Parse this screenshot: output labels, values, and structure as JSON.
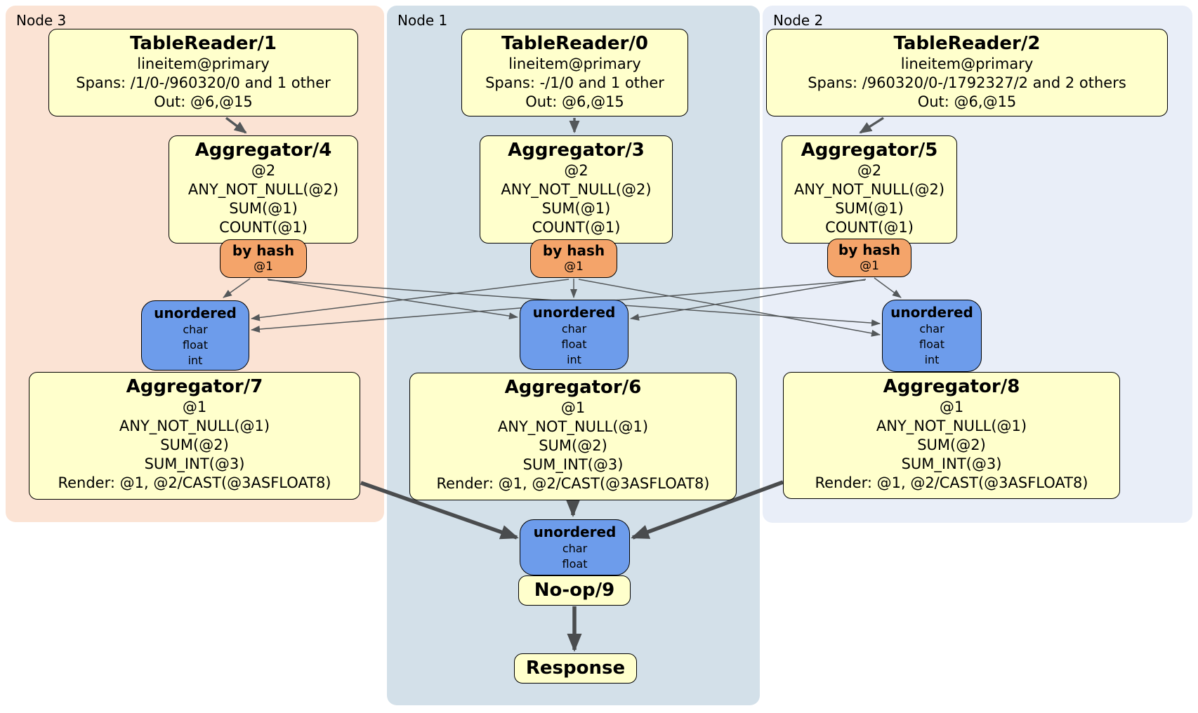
{
  "regions": {
    "node3": "Node 3",
    "node1": "Node 1",
    "node2": "Node 2"
  },
  "processors": {
    "tr1": {
      "title": "TableReader/1",
      "lines": [
        "lineitem@primary",
        "Spans: /1/0-/960320/0 and 1 other",
        "Out: @6,@15"
      ]
    },
    "tr0": {
      "title": "TableReader/0",
      "lines": [
        "lineitem@primary",
        "Spans: -/1/0 and 1 other",
        "Out: @6,@15"
      ]
    },
    "tr2": {
      "title": "TableReader/2",
      "lines": [
        "lineitem@primary",
        "Spans: /960320/0-/1792327/2 and 2 others",
        "Out: @6,@15"
      ]
    },
    "agg4": {
      "title": "Aggregator/4",
      "lines": [
        "@2",
        "ANY_NOT_NULL(@2)",
        "SUM(@1)",
        "COUNT(@1)"
      ]
    },
    "agg3": {
      "title": "Aggregator/3",
      "lines": [
        "@2",
        "ANY_NOT_NULL(@2)",
        "SUM(@1)",
        "COUNT(@1)"
      ]
    },
    "agg5": {
      "title": "Aggregator/5",
      "lines": [
        "@2",
        "ANY_NOT_NULL(@2)",
        "SUM(@1)",
        "COUNT(@1)"
      ]
    },
    "agg7": {
      "title": "Aggregator/7",
      "lines": [
        "@1",
        "ANY_NOT_NULL(@1)",
        "SUM(@2)",
        "SUM_INT(@3)",
        "Render: @1, @2/CAST(@3ASFLOAT8)"
      ]
    },
    "agg6": {
      "title": "Aggregator/6",
      "lines": [
        "@1",
        "ANY_NOT_NULL(@1)",
        "SUM(@2)",
        "SUM_INT(@3)",
        "Render: @1, @2/CAST(@3ASFLOAT8)"
      ]
    },
    "agg8": {
      "title": "Aggregator/8",
      "lines": [
        "@1",
        "ANY_NOT_NULL(@1)",
        "SUM(@2)",
        "SUM_INT(@3)",
        "Render: @1, @2/CAST(@3ASFLOAT8)"
      ]
    },
    "noop": {
      "title": "No-op/9"
    },
    "response": {
      "title": "Response"
    }
  },
  "routers": {
    "hash3": {
      "title": "by hash",
      "key": "@1"
    },
    "hash1": {
      "title": "by hash",
      "key": "@1"
    },
    "hash2": {
      "title": "by hash",
      "key": "@1"
    }
  },
  "streams": {
    "un3": {
      "title": "unordered",
      "types": [
        "char",
        "float",
        "int"
      ]
    },
    "un1": {
      "title": "unordered",
      "types": [
        "char",
        "float",
        "int"
      ]
    },
    "un2": {
      "title": "unordered",
      "types": [
        "char",
        "float",
        "int"
      ]
    },
    "unfinal": {
      "title": "unordered",
      "types": [
        "char",
        "float"
      ]
    }
  },
  "colors": {
    "node3_bg": "#fbe3d4",
    "node1_bg": "#d3e0e9",
    "node2_bg": "#e9eef8",
    "processor_bg": "#ffffcc",
    "router_bg": "#f4a46a",
    "stream_bg": "#6d9ceb",
    "edge": "#54585a",
    "edge_thick": "#4a4c4e"
  }
}
